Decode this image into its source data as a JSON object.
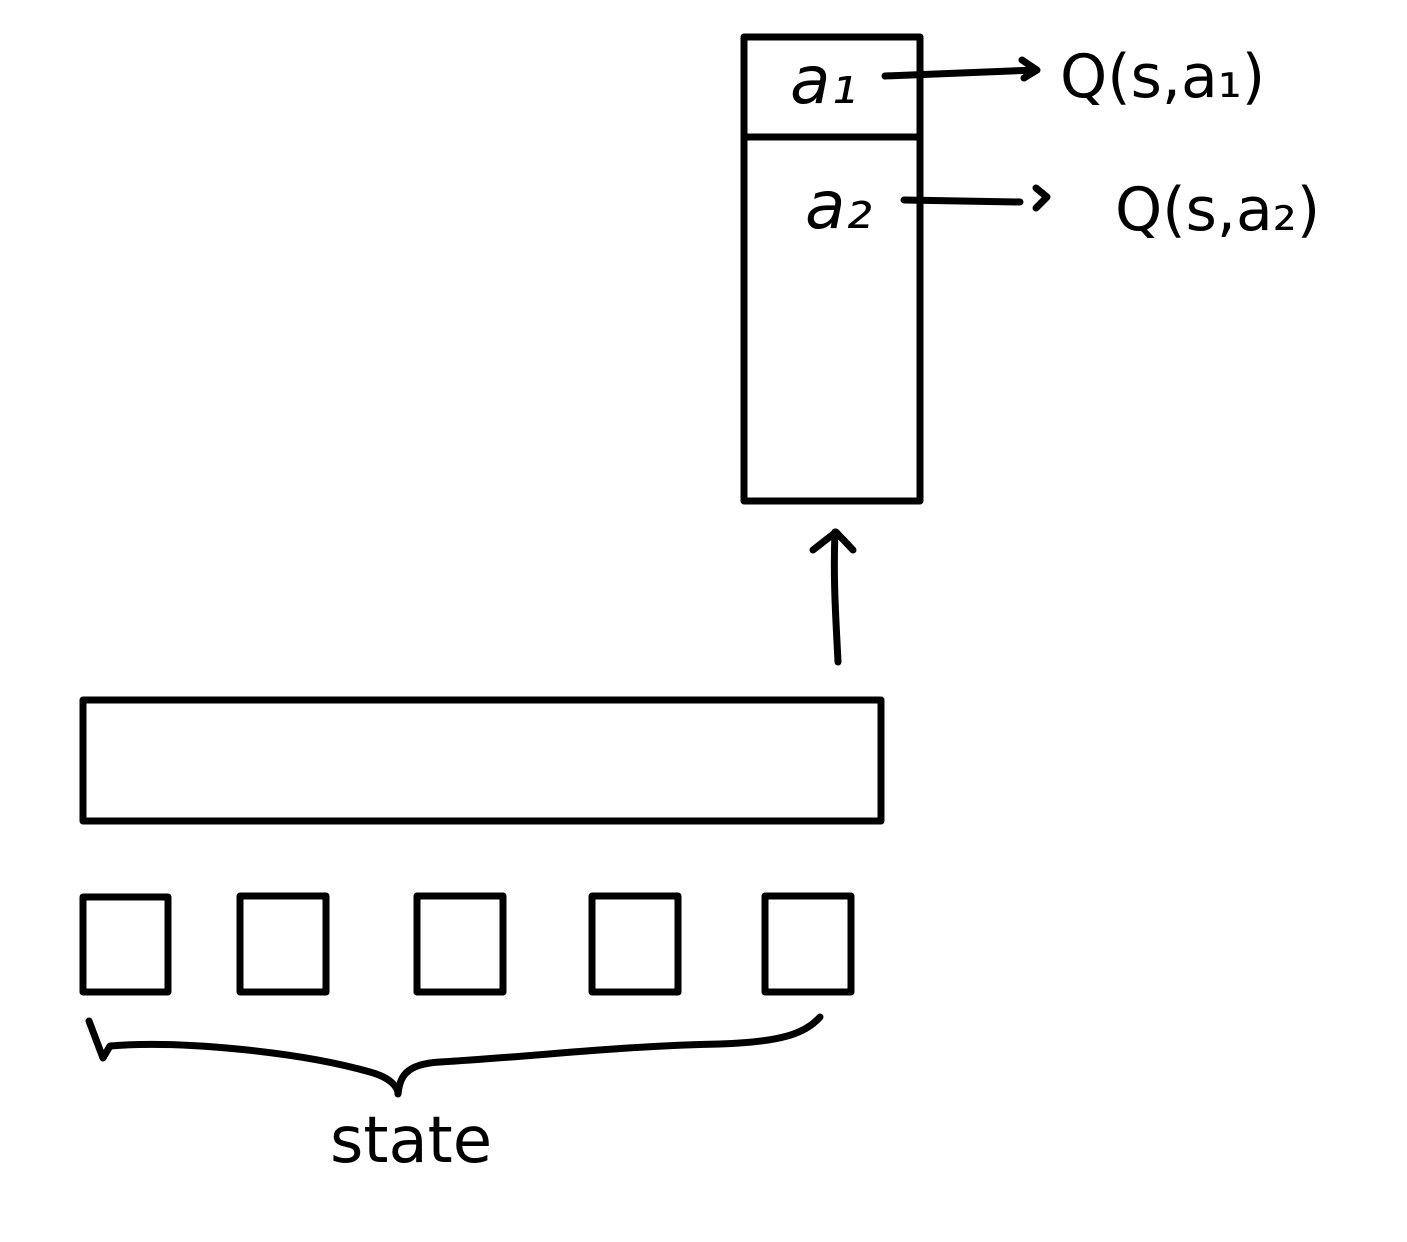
{
  "diagram": {
    "stroke_color": "#000000",
    "background": "#ffffff",
    "state_label": "state",
    "state_cell_count": 5,
    "actions": [
      {
        "label": "a₁",
        "q_label": "Q(s,a₁)"
      },
      {
        "label": "a₂",
        "q_label": "Q(s,a₂)"
      }
    ]
  }
}
